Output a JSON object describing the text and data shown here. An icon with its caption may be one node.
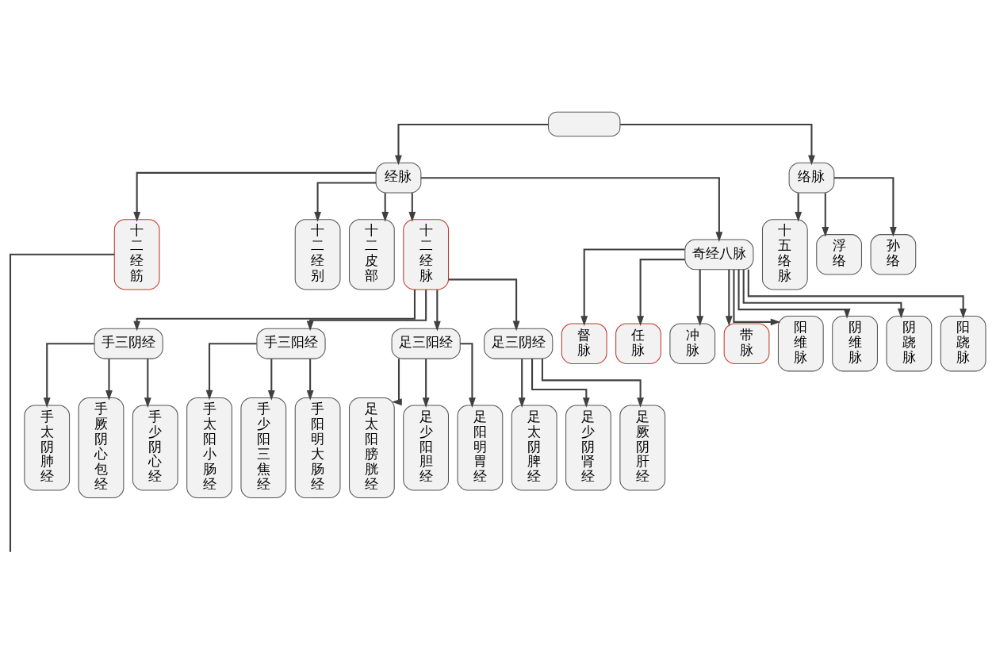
{
  "diagram": {
    "nodes": [
      {
        "text": [],
        "shape": "box"
      },
      {
        "text": [
          "经脉"
        ]
      },
      {
        "text": [
          "络脉"
        ]
      },
      {
        "text": [
          "十二经筋"
        ]
      },
      {
        "text": [
          "十二经别"
        ]
      },
      {
        "text": [
          "十二皮部"
        ]
      },
      {
        "text": [
          "十二经脉"
        ]
      },
      {
        "text": [
          "奇经八脉"
        ]
      },
      {
        "text": [
          "督脉"
        ]
      },
      {
        "text": [
          "任脉"
        ]
      },
      {
        "text": [
          "冲脉"
        ]
      },
      {
        "text": [
          "带脉"
        ]
      },
      {
        "text": [
          "阳维脉"
        ]
      },
      {
        "text": [
          "阴维脉"
        ]
      },
      {
        "text": [
          "阴跷脉"
        ]
      },
      {
        "text": [
          "阳跷脉"
        ]
      },
      {
        "text": [
          "十五络脉"
        ]
      },
      {
        "text": [
          "浮络"
        ]
      },
      {
        "text": [
          "孙络"
        ]
      },
      {
        "text": [
          "手三阴经"
        ]
      },
      {
        "text": [
          "手三阳经"
        ]
      },
      {
        "text": [
          "足三阳经"
        ]
      },
      {
        "text": [
          "足三阴经"
        ]
      },
      {
        "text": [
          "手太阴肺经"
        ]
      },
      {
        "text": [
          "手厥阴心包经"
        ]
      },
      {
        "text": [
          "手少阴心经"
        ]
      },
      {
        "text": [
          "手太阳小肠经"
        ]
      },
      {
        "text": [
          "手少阳三焦经"
        ]
      },
      {
        "text": [
          "手阳明大肠经"
        ]
      },
      {
        "text": [
          "足太阳膀胱经"
        ]
      },
      {
        "text": [
          "足少阳胆经"
        ]
      },
      {
        "text": [
          "足阳明胃经"
        ]
      },
      {
        "text": [
          "足太阴脾经"
        ]
      },
      {
        "text": [
          "足少阴肾经"
        ]
      },
      {
        "text": [
          "足厥阴肝经"
        ]
      }
    ],
    "edges": [
      {
        "from": 0,
        "to": 1,
        "arrow": "to"
      },
      {
        "from": 0,
        "to": 2,
        "arrow": "to"
      },
      {
        "from": 1,
        "to": 3,
        "arrow": "to"
      },
      {
        "from": 1,
        "to": 4,
        "arrow": "to"
      },
      {
        "from": 1,
        "to": 5,
        "arrow": "to"
      },
      {
        "from": 1,
        "to": 6,
        "arrow": "to"
      },
      {
        "from": 1,
        "to": 7,
        "arrow": "to"
      },
      {
        "from": 2,
        "to": 16,
        "arrow": "to"
      },
      {
        "from": 2,
        "to": 17,
        "arrow": "to"
      },
      {
        "from": 2,
        "to": 18,
        "arrow": "to"
      },
      {
        "from": 7,
        "to": 8,
        "arrow": "to"
      },
      {
        "from": 7,
        "to": 9,
        "arrow": "to"
      },
      {
        "from": 7,
        "to": 10,
        "arrow": "to"
      },
      {
        "from": 7,
        "to": 11,
        "arrow": "to"
      },
      {
        "from": 7,
        "to": 12,
        "arrow": "to"
      },
      {
        "from": 7,
        "to": 13,
        "arrow": "to"
      },
      {
        "from": 7,
        "to": 14,
        "arrow": "to"
      },
      {
        "from": 7,
        "to": 15,
        "arrow": "to"
      },
      {
        "from": 6,
        "to": 19,
        "arrow": "to"
      },
      {
        "from": 6,
        "to": 20,
        "arrow": "to"
      },
      {
        "from": 6,
        "to": 21,
        "arrow": "to"
      },
      {
        "from": 6,
        "to": 22,
        "arrow": "to"
      },
      {
        "from": 19,
        "to": 23,
        "arrow": "to"
      },
      {
        "from": 19,
        "to": 24,
        "arrow": "to"
      },
      {
        "from": 19,
        "to": 25,
        "arrow": "to"
      },
      {
        "from": 20,
        "to": 26,
        "arrow": "to"
      },
      {
        "from": 20,
        "to": 27,
        "arrow": "to"
      },
      {
        "from": 20,
        "to": 28,
        "arrow": "to"
      },
      {
        "from": 21,
        "to": 29,
        "arrow": "to"
      },
      {
        "from": 21,
        "to": 30,
        "arrow": "to"
      },
      {
        "from": 21,
        "to": 31,
        "arrow": "to"
      },
      {
        "from": 22,
        "to": 32,
        "arrow": "to"
      },
      {
        "from": 22,
        "to": 33,
        "arrow": "to"
      },
      {
        "from": 22,
        "to": 34,
        "arrow": "to"
      },
      {
        "from": 3,
        "to": null,
        "arrow": "none"
      }
    ]
  }
}
